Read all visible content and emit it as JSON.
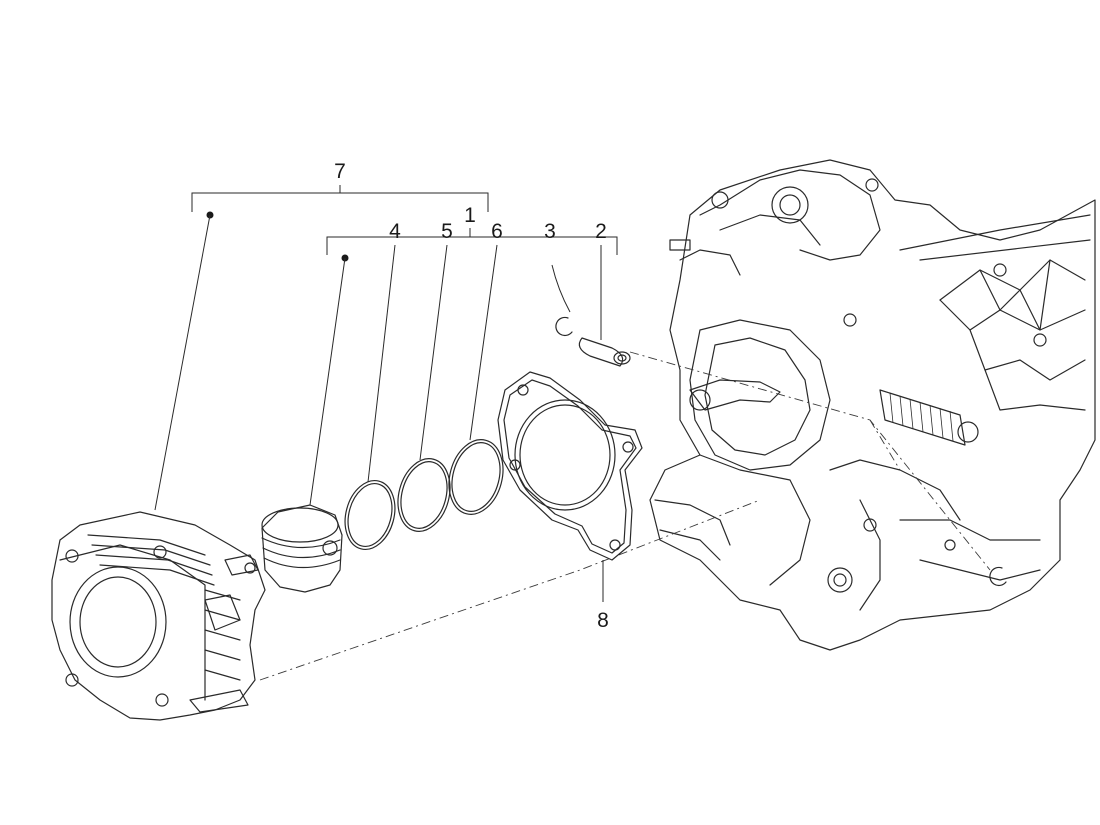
{
  "diagram": {
    "callouts": {
      "c1": "1",
      "c2": "2",
      "c3": "3",
      "c4": "4",
      "c5": "5",
      "c6": "6",
      "c7": "7",
      "c8": "8"
    }
  }
}
